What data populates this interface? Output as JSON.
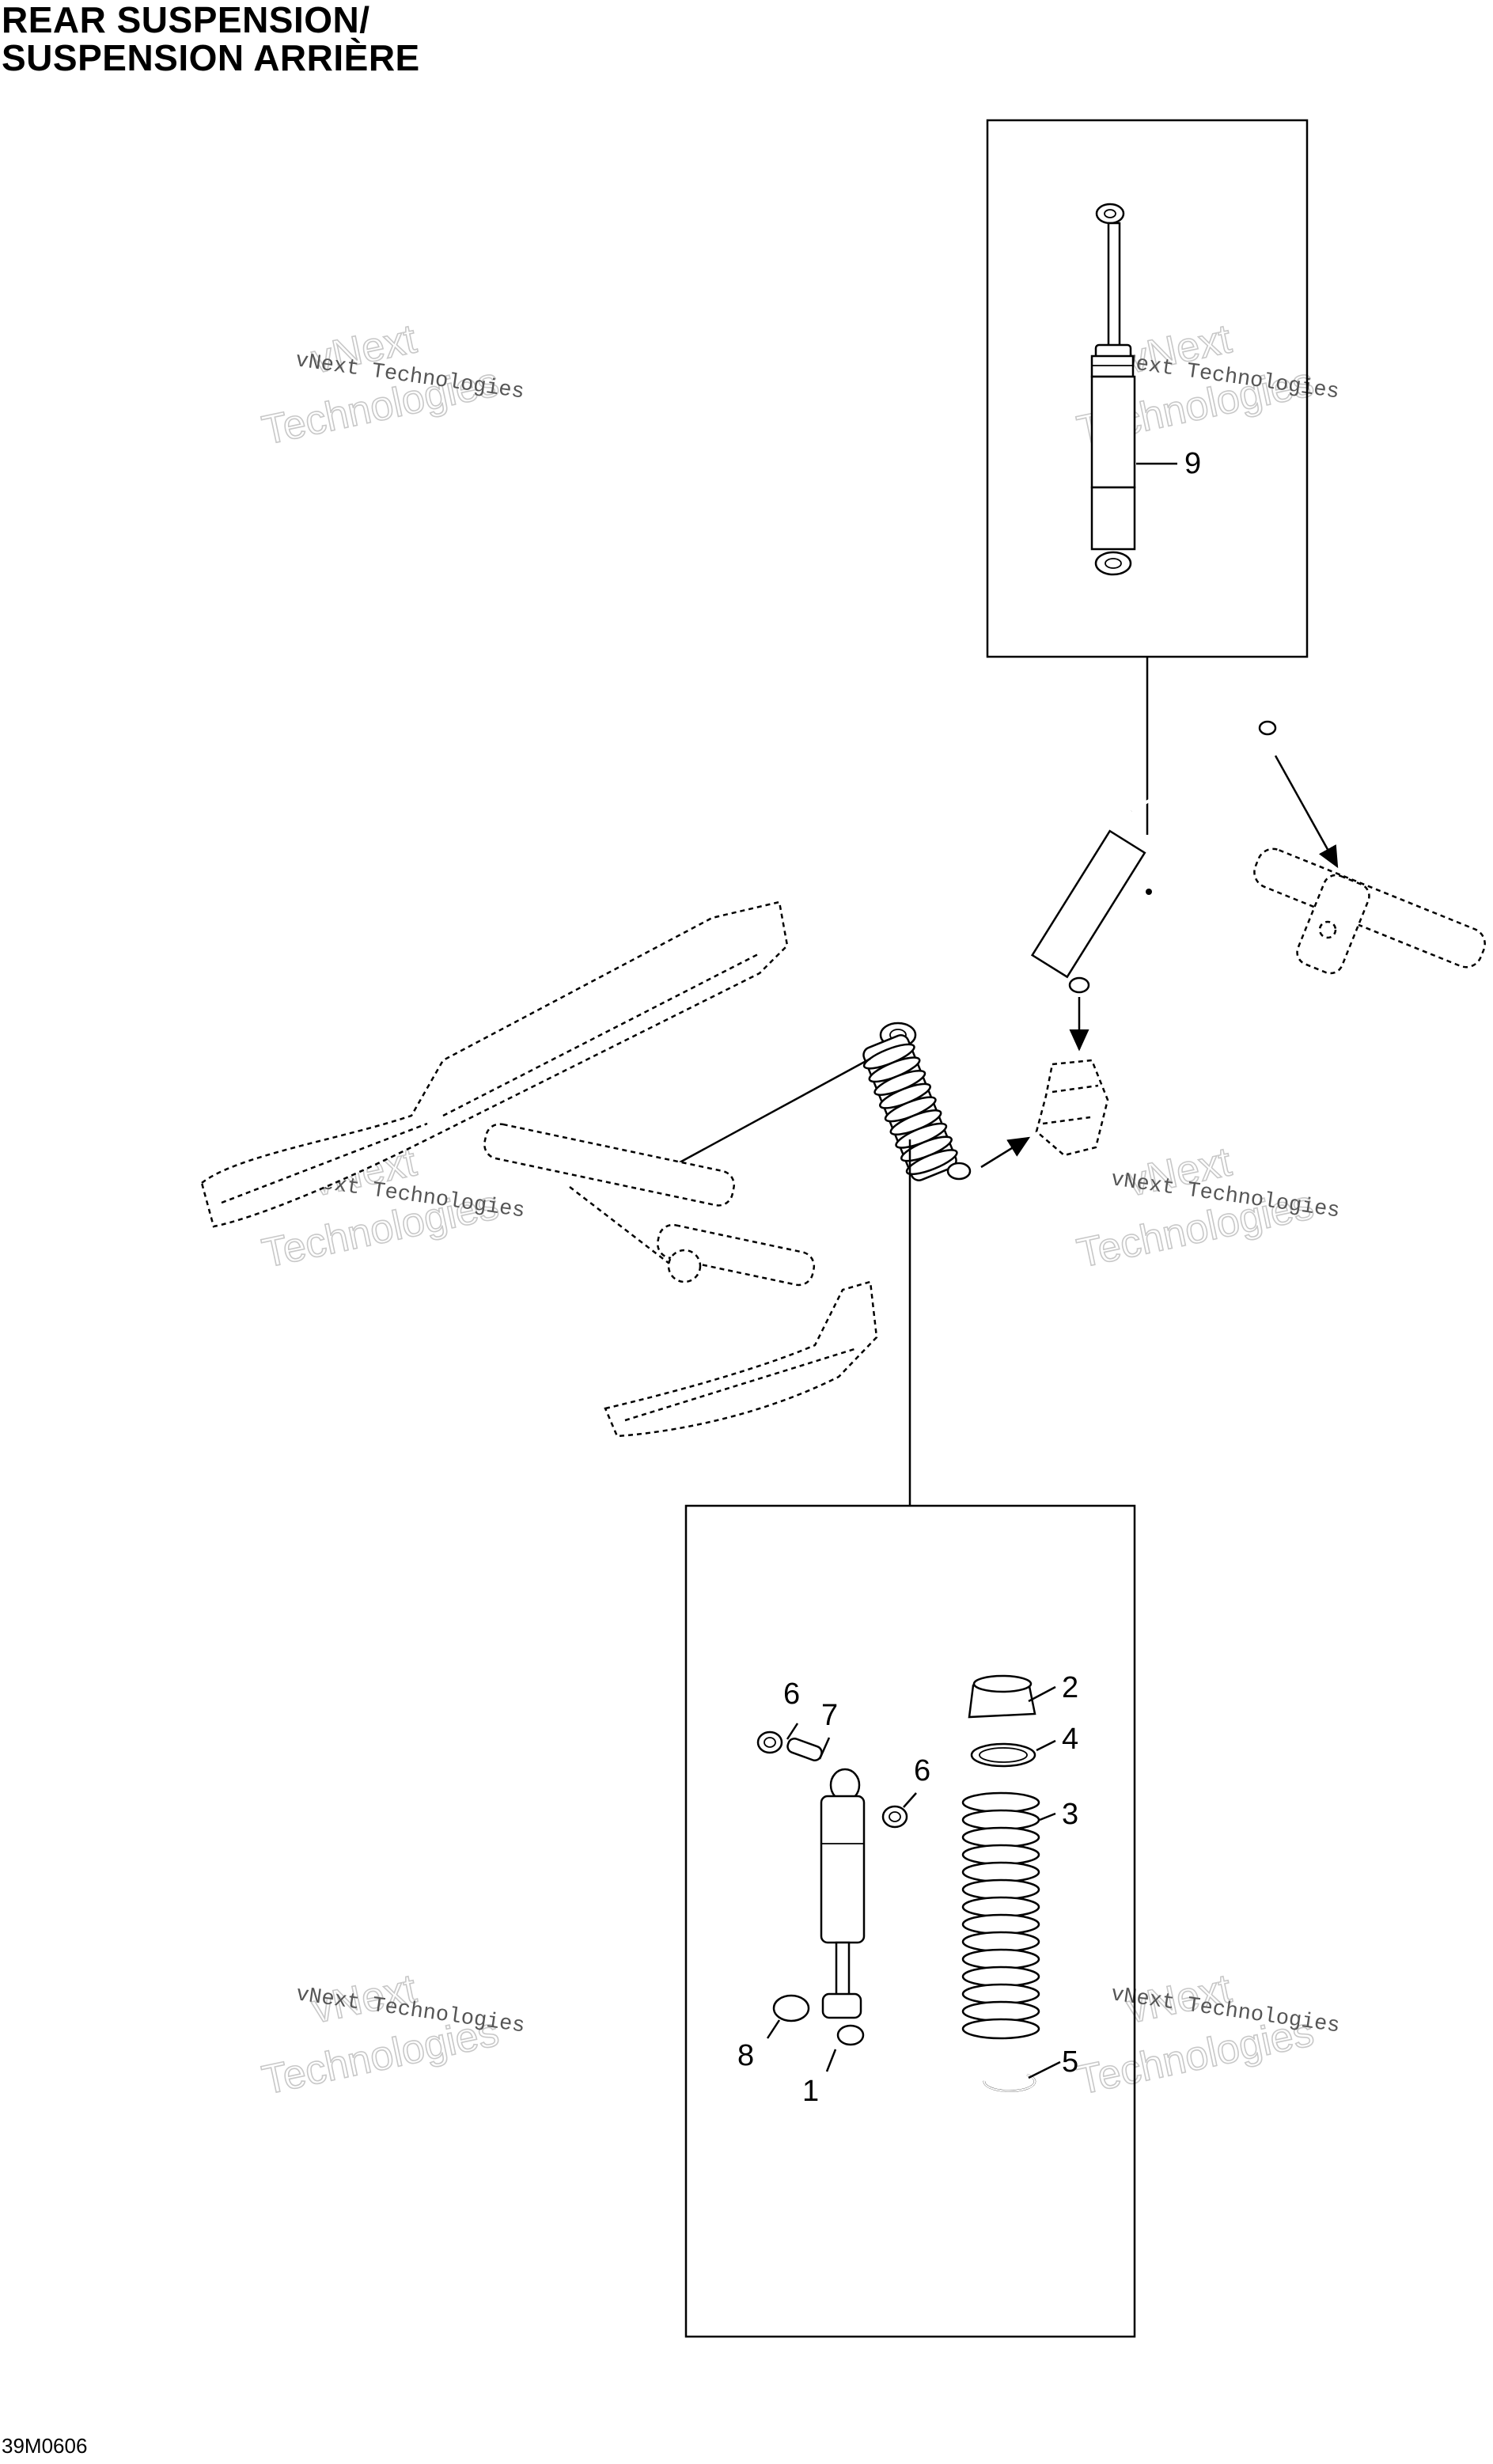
{
  "title": {
    "line1": "REAR SUSPENSION/",
    "line2": "SUSPENSION ARRIÈRE"
  },
  "drawing_code": "39M0606",
  "watermark": {
    "small_text": "vNext Technologies",
    "large_line1": "vNext",
    "large_line2": "Technologies"
  },
  "callouts": {
    "p1": "1",
    "p2": "2",
    "p3": "3",
    "p4": "4",
    "p5": "5",
    "p6a": "6",
    "p6b": "6",
    "p7": "7",
    "p8": "8",
    "p9": "9"
  }
}
